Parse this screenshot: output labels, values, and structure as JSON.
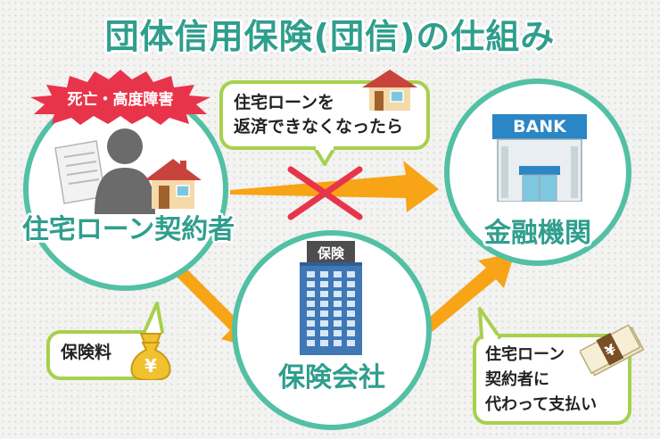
{
  "title": "団体信用保険(団信)の仕組み",
  "nodes": {
    "borrower": "住宅ローン契約者",
    "bank": "金融機関",
    "insurer": "保険会社"
  },
  "burst_label": "死亡・高度障害",
  "bubbles": {
    "repay_line1": "住宅ローンを",
    "repay_line2": "返済できなくなったら",
    "premium": "保険料",
    "payout_line1": "住宅ローン",
    "payout_line2": "契約者に",
    "payout_line3": "代わって支払い"
  },
  "building_signs": {
    "bank_sign": "BANK",
    "insurer_sign": "保険"
  },
  "colors": {
    "teal": "#2f9e8d",
    "circle_border": "#52c0a4",
    "arrow_orange": "#f7a416",
    "bubble_border": "#a7d04c",
    "burst_red": "#e8344b",
    "cross_red": "#e8344b"
  },
  "icons": [
    "document-icon",
    "person-silhouette-icon",
    "house-icon",
    "bank-building-icon",
    "insurance-building-icon",
    "money-bag-icon",
    "cash-bundle-icon"
  ]
}
